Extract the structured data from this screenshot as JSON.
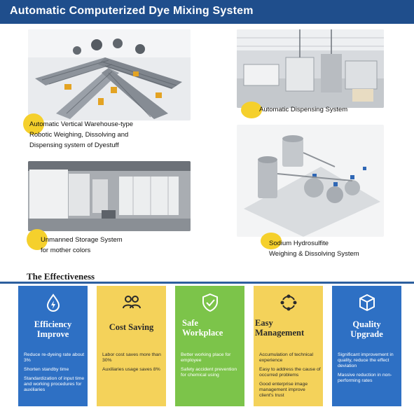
{
  "header": {
    "title": "Automatic  Computerized Dye Mixing System"
  },
  "photos": [
    {
      "name": "Automatic Vertical Warehouse-type Robotic Weighing, Dissolving and Dispensing system of Dyestuff",
      "caption_lines": [
        "Automatic Vertical Warehouse-type",
        "Robotic Weighing, Dissolving and",
        "Dispensing system of Dyestuff"
      ]
    },
    {
      "name": "Automatic Dispensing System",
      "caption_lines": [
        "Automatic Dispensing System"
      ]
    },
    {
      "name": "Unmanned Storage System for mother colors",
      "caption_lines": [
        "Unmanned Storage System",
        "for mother colors"
      ]
    },
    {
      "name": "Sodium Hydrosulfite Weighing & Dissolving System",
      "caption_lines": [
        "Sodium Hydrosulfite",
        "Weighing & Dissolving System"
      ]
    }
  ],
  "effectiveness": {
    "title": "The Effectiveness",
    "cards": [
      {
        "color": "#2e70c4",
        "icon": "water-drop-bolt-icon",
        "title_lines": [
          "Efficiency",
          "Improve"
        ],
        "points": [
          "Reduce re-dyeing rate about 3%",
          "Shorten standby  time",
          "Standardization of input time and working procedures for auxiliaries"
        ]
      },
      {
        "color": "#f4d25a",
        "icon": "users-group-icon",
        "title_lines": [
          "Cost Saving"
        ],
        "points": [
          "Labor cost saves more than 30%",
          "Auxiliaries usage saves 8%"
        ]
      },
      {
        "color": "#7cc44a",
        "icon": "shield-check-icon",
        "title_lines": [
          "Safe",
          "Workplace"
        ],
        "points": [
          "Better working place for employee",
          "Safety accident prevention for chemical using"
        ]
      },
      {
        "color": "#f4d25a",
        "icon": "process-cycle-icon",
        "title_lines": [
          "Easy",
          "Management"
        ],
        "points": [
          "Accumulation of technical experience",
          "Easy to address the cause of occurred problems",
          "Good enterprise image management improve client's trust"
        ]
      },
      {
        "color": "#2e70c4",
        "icon": "cube-icon",
        "title_lines": [
          "Quality",
          "Upgrade"
        ],
        "points": [
          "Significant improvement in quality, reduce the effect deviation",
          "Massive reduction in non-performing rates"
        ]
      }
    ]
  }
}
